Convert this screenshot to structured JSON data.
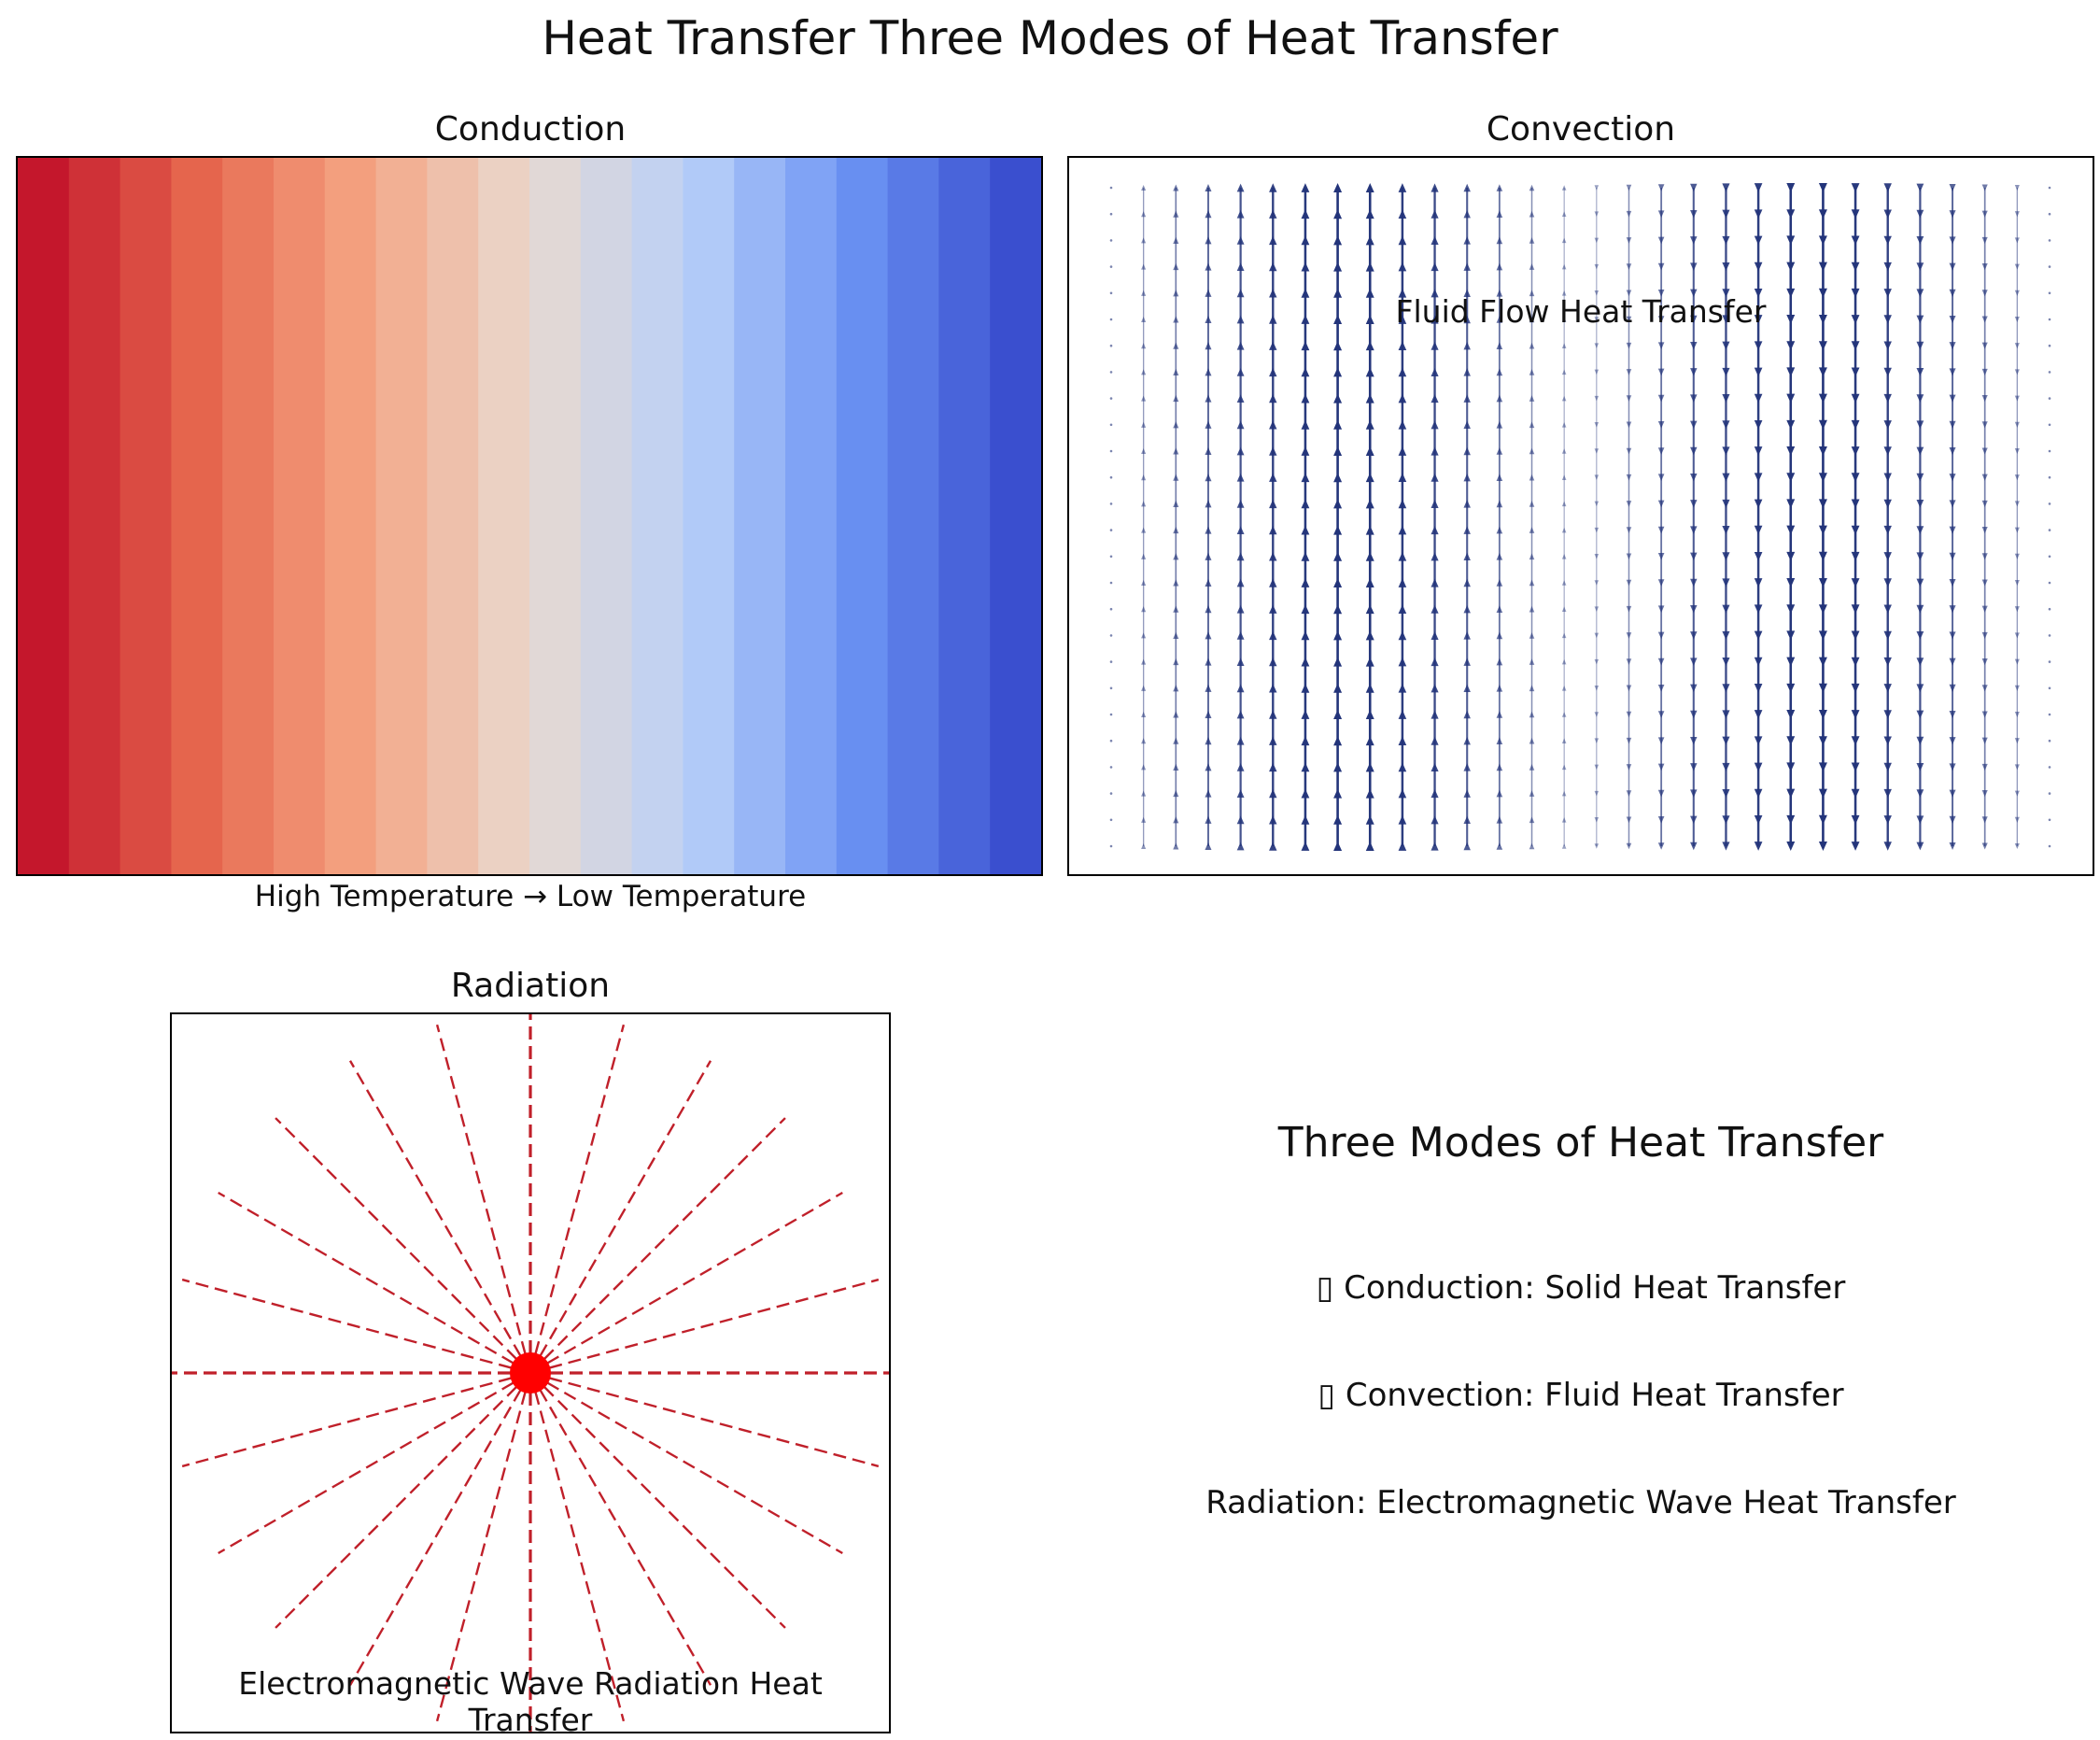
{
  "figure": {
    "title": "Heat Transfer Three Modes of Heat Transfer"
  },
  "panels": {
    "conduction": {
      "title": "Conduction",
      "xlabel": "High Temperature → Low Temperature",
      "colormap": [
        "#c4172c",
        "#e7694f",
        "#f4a584",
        "#e9d9cf",
        "#b9d0f9",
        "#6b93f3",
        "#3a4fcf"
      ]
    },
    "convection": {
      "title": "Convection",
      "annotation": "Fluid Flow Heat Transfer",
      "arrow_color": "#23347a"
    },
    "radiation": {
      "title": "Radiation",
      "annotation": "Electromagnetic Wave Radiation Heat Transfer",
      "ray_color": "#c0202a",
      "source_color": "#ff0000"
    }
  },
  "legend": {
    "title": "Three Modes of Heat Transfer",
    "items": [
      "▯ Conduction: Solid Heat Transfer",
      "▯ Convection: Fluid Heat Transfer",
      "Radiation: Electromagnetic Wave Heat Transfer"
    ]
  }
}
